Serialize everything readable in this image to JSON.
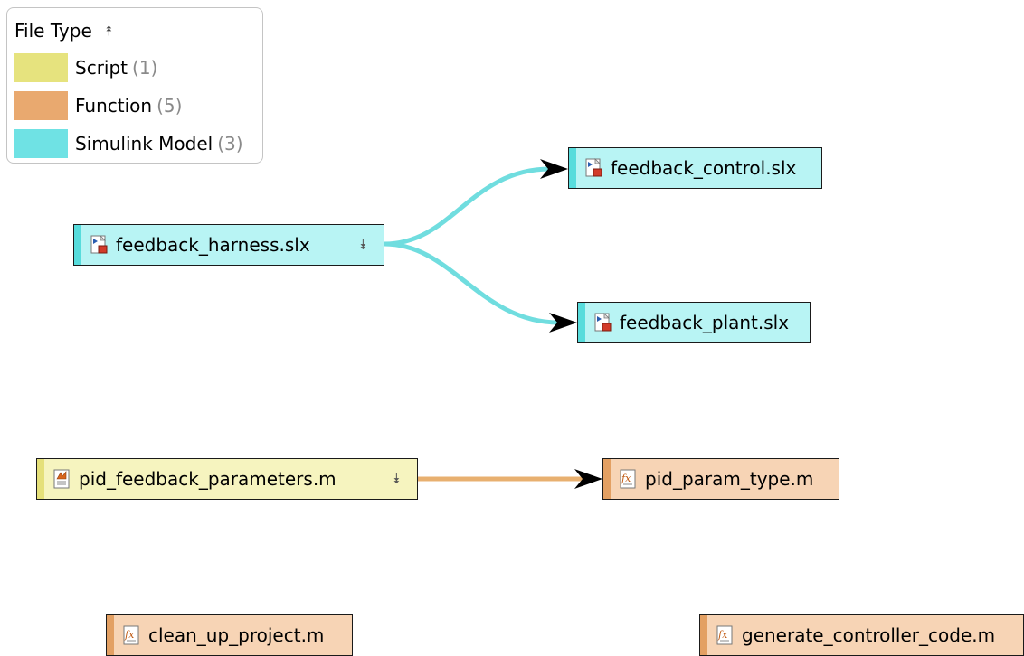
{
  "colors": {
    "script": "#e6e37e",
    "function": "#e9a96f",
    "simulink_model": "#6fe2e4",
    "model_edge": "#70dddf",
    "function_edge": "#e8b070"
  },
  "legend": {
    "title": "File Type",
    "collapse_icon": "double-chevron-up-icon",
    "items": [
      {
        "label": "Script",
        "count": "(1)"
      },
      {
        "label": "Function",
        "count": "(5)"
      },
      {
        "label": "Simulink Model",
        "count": "(3)"
      }
    ]
  },
  "nodes": {
    "feedback_harness": {
      "label": "feedback_harness.slx",
      "icon": "simulink-model-icon",
      "expand_icon": "double-chevron-down-icon"
    },
    "feedback_control": {
      "label": "feedback_control.slx",
      "icon": "simulink-model-icon"
    },
    "feedback_plant": {
      "label": "feedback_plant.slx",
      "icon": "simulink-model-icon"
    },
    "pid_feedback_parameters": {
      "label": "pid_feedback_parameters.m",
      "icon": "script-icon",
      "expand_icon": "double-chevron-down-icon"
    },
    "pid_param_type": {
      "label": "pid_param_type.m",
      "icon": "function-icon"
    },
    "clean_up_project": {
      "label": "clean_up_project.m",
      "icon": "function-icon"
    },
    "generate_controller_code": {
      "label": "generate_controller_code.m",
      "icon": "function-icon"
    }
  }
}
